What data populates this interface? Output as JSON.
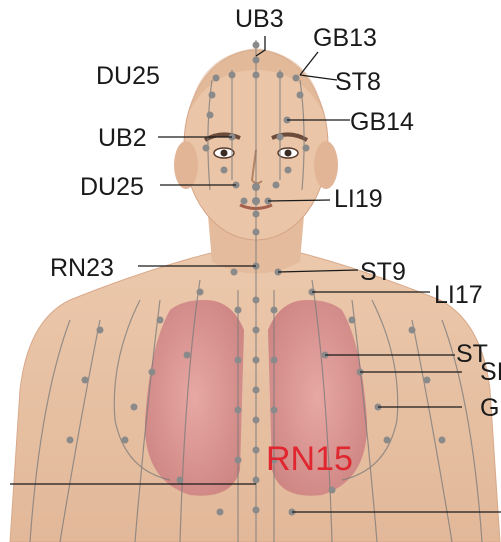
{
  "labels": {
    "ub3": "UB3",
    "gb13": "GB13",
    "du25_top": "DU25",
    "st8": "ST8",
    "gb14": "GB14",
    "ub2": "UB2",
    "du25_mid": "DU25",
    "li19": "LI19",
    "rn23": "RN23",
    "st9": "ST9",
    "li17": "LI17",
    "st_right": "ST",
    "sp_right": "SI",
    "g_right": "G",
    "rn15": "RN15"
  },
  "colors": {
    "highlight": "#e0262e",
    "leader_line": "#1a1a1a",
    "skin": "#e9c4a6",
    "meridian": "#7a7a7a",
    "point": "#8a8a8a",
    "lung": "#d99292"
  }
}
